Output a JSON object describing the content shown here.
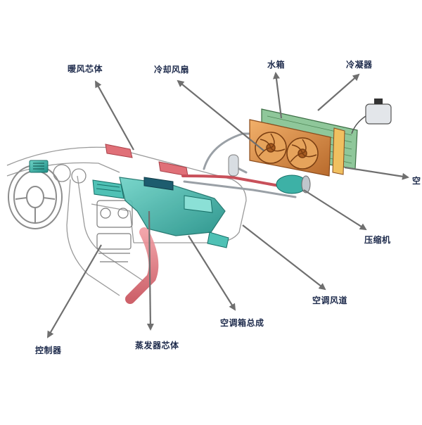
{
  "labels": {
    "heater_core": "暖风芯体",
    "cooling_fan": "冷却风扇",
    "radiator": "水箱",
    "condenser": "冷凝器",
    "edge_cut": "空",
    "compressor": "压缩机",
    "ac_duct": "空调风道",
    "ac_box_assembly": "空调箱总成",
    "controller": "控制器",
    "evaporator_core": "蒸发器芯体"
  },
  "colors": {
    "label_text": "#1e2b4c",
    "arrow": "#6f6f6f",
    "hvac_teal": "#3fb1a6",
    "radiator_orange": "#d98b43",
    "condenser_green": "#5f9a63",
    "pipe_red": "#c8505a",
    "dash_outline": "#9a9a9a"
  }
}
